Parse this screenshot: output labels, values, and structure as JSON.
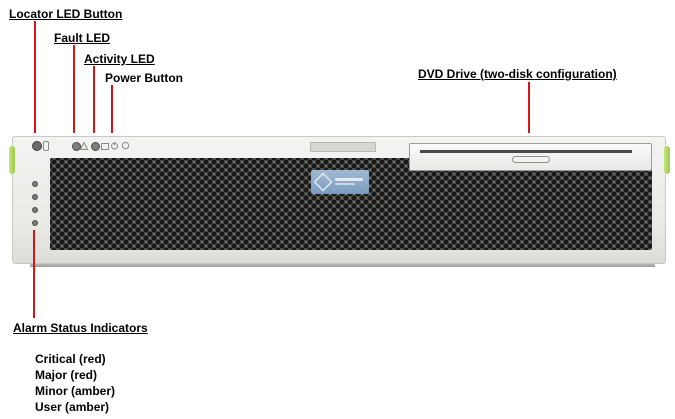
{
  "labels": {
    "locator_led_button": "Locator LED Button",
    "fault_led": "Fault LED",
    "activity_led": "Activity LED",
    "power_button": "Power Button",
    "dvd_drive": "DVD Drive (two-disk configuration)",
    "alarm_status_indicators": "Alarm Status Indicators"
  },
  "alarm_list": [
    "Critical (red)",
    "Major (red)",
    "Minor (amber)",
    "User (amber)"
  ],
  "colors": {
    "leader_line": "#d4141a",
    "chassis": "#ecece9",
    "grille": "#1a1a1a",
    "ear_accent": "#9ccc3d"
  },
  "icons": {
    "logo": "sun-logo",
    "power": "power-icon",
    "fault": "warning-triangle-icon"
  }
}
